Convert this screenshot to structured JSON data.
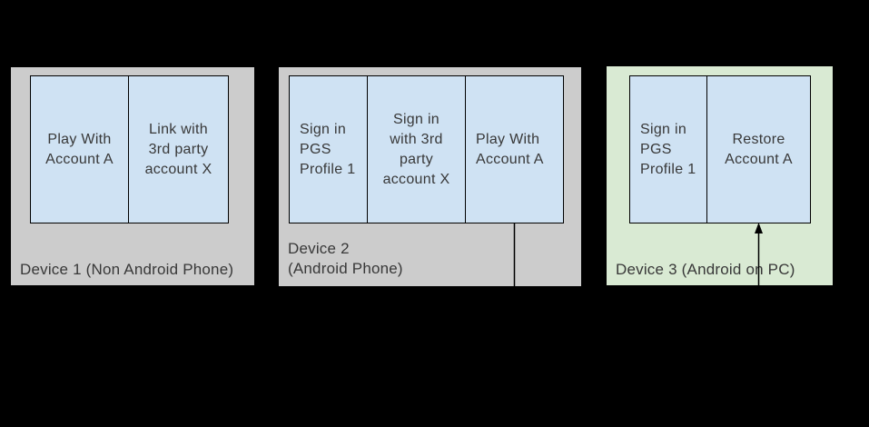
{
  "canvas": {
    "background": "#000000"
  },
  "diagram": {
    "devices": [
      {
        "label": "Device 1 (Non Android Phone)",
        "fill": "#cccccc",
        "steps": [
          {
            "text": "Play With\nAccount A"
          },
          {
            "text": "Link with\n3rd party\naccount X"
          }
        ]
      },
      {
        "label": "Device 2\n(Android Phone)",
        "fill": "#cccccc",
        "steps": [
          {
            "text": "Sign in\nPGS\nProfile 1"
          },
          {
            "text": "Sign in\nwith 3rd\nparty\naccount X"
          },
          {
            "text": "Play With\nAccount A"
          }
        ]
      },
      {
        "label": "Device 3 (Android on PC)",
        "fill": "#d9ead3",
        "steps": [
          {
            "text": "Sign in\nPGS\nProfile 1"
          },
          {
            "text": "Restore\nAccount A"
          }
        ]
      }
    ],
    "connector": {
      "description": "arrow from Device 2 'Play With Account A' down, across, and up into Device 3 'Restore Account A'",
      "color": "#000000"
    },
    "colors": {
      "step_fill": "#cfe2f3",
      "step_border": "#000000",
      "device_gray": "#cccccc",
      "device_green": "#d9ead3",
      "text": "#383838",
      "background": "#000000"
    }
  }
}
